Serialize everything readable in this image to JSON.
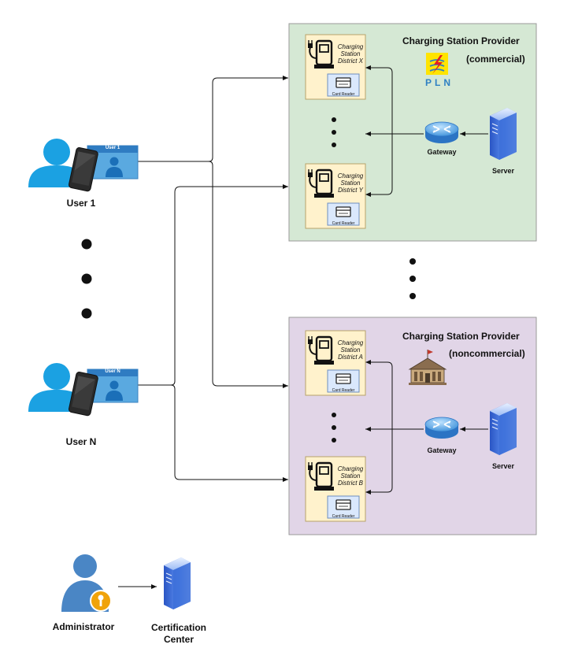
{
  "colors": {
    "commercial_fill": "#d5e8d4",
    "noncommercial_fill": "#e1d5e7",
    "panel_border": "#9a9a9a",
    "station_fill": "#fff2cc",
    "person_blue": "#1ba1e2",
    "admin_blue": "#4a86c5",
    "key_orange": "#f0a30a",
    "card_blue": "#5aa9e0",
    "line": "#111111",
    "pln_red": "#e31e24",
    "pln_blue": "#2f80c3",
    "pln_yellow": "#ffe400"
  },
  "providers": [
    {
      "title": "Charging Station Provider",
      "subtitle": "(commercial)",
      "logo_text": "PLN",
      "stations": [
        {
          "name_lines": [
            "Charging",
            "Station",
            "District X"
          ],
          "reader": "Card Reader"
        },
        {
          "name_lines": [
            "Charging",
            "Station",
            "District Y"
          ],
          "reader": "Card Reader"
        }
      ],
      "gateway": "Gateway",
      "server": "Server"
    },
    {
      "title": "Charging Station Provider",
      "subtitle": "(noncommercial)",
      "stations": [
        {
          "name_lines": [
            "Charging",
            "Station",
            "District A"
          ],
          "reader": "Card Reader"
        },
        {
          "name_lines": [
            "Charging",
            "Station",
            "District B"
          ],
          "reader": "Card Reader"
        }
      ],
      "gateway": "Gateway",
      "server": "Server"
    }
  ],
  "users": [
    {
      "name": "User 1",
      "card_label": "User 1"
    },
    {
      "name": "User N",
      "card_label": "User N"
    }
  ],
  "administrator": "Administrator",
  "certification_center": [
    "Certification",
    "Center"
  ]
}
